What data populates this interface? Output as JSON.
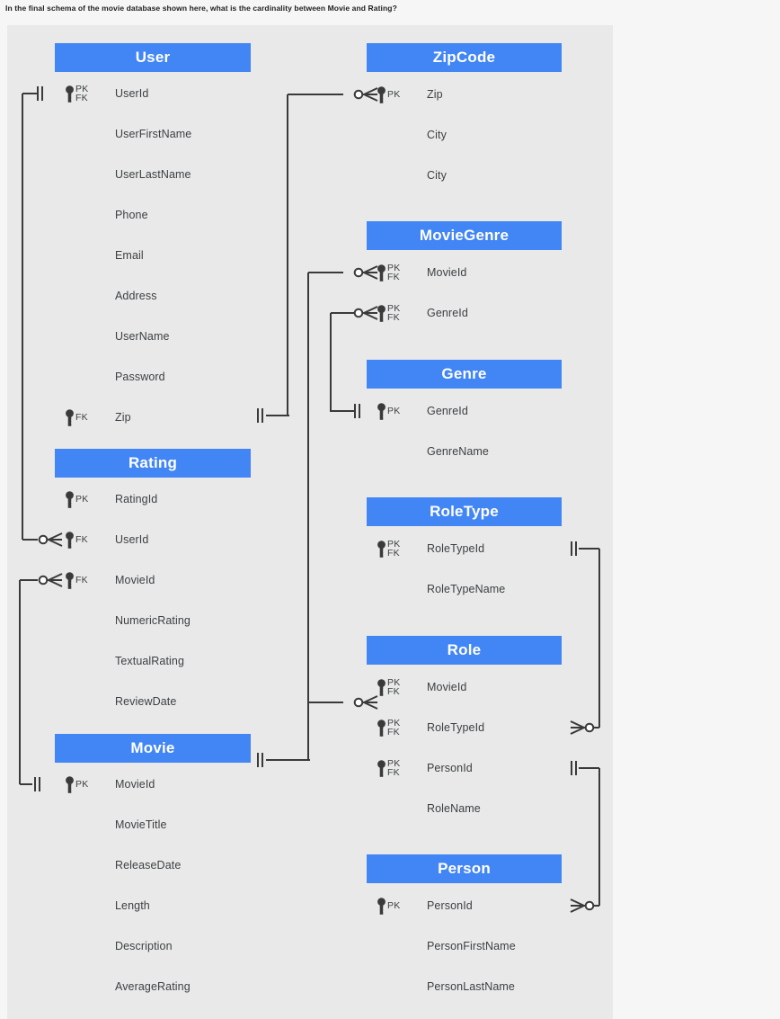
{
  "prompt": {
    "text": "In the final schema of the movie database shown here, what is the cardinality between Movie and Rating?"
  },
  "colors": {
    "header_blue": "#4285f4",
    "panel_background": "#e9e9e9",
    "page_background": "#f6f6f6",
    "text": "#3c4043",
    "line": "#3a3a3a"
  },
  "diagram": {
    "type": "entity-relationship-diagram",
    "notation": "crow's-foot",
    "entities": [
      {
        "name": "User",
        "fields": [
          {
            "name": "UserId",
            "keys": [
              "PK",
              "FK"
            ]
          },
          {
            "name": "UserFirstName",
            "keys": []
          },
          {
            "name": "UserLastName",
            "keys": []
          },
          {
            "name": "Phone",
            "keys": []
          },
          {
            "name": "Email",
            "keys": []
          },
          {
            "name": "Address",
            "keys": []
          },
          {
            "name": "UserName",
            "keys": []
          },
          {
            "name": "Password",
            "keys": []
          },
          {
            "name": "Zip",
            "keys": [
              "FK"
            ]
          }
        ]
      },
      {
        "name": "Rating",
        "fields": [
          {
            "name": "RatingId",
            "keys": [
              "PK"
            ]
          },
          {
            "name": "UserId",
            "keys": [
              "FK"
            ]
          },
          {
            "name": "MovieId",
            "keys": [
              "FK"
            ]
          },
          {
            "name": "NumericRating",
            "keys": []
          },
          {
            "name": "TextualRating",
            "keys": []
          },
          {
            "name": "ReviewDate",
            "keys": []
          }
        ]
      },
      {
        "name": "Movie",
        "fields": [
          {
            "name": "MovieId",
            "keys": [
              "PK"
            ]
          },
          {
            "name": "MovieTitle",
            "keys": []
          },
          {
            "name": "ReleaseDate",
            "keys": []
          },
          {
            "name": "Length",
            "keys": []
          },
          {
            "name": "Description",
            "keys": []
          },
          {
            "name": "AverageRating",
            "keys": []
          }
        ]
      },
      {
        "name": "ZipCode",
        "fields": [
          {
            "name": "Zip",
            "keys": [
              "PK"
            ]
          },
          {
            "name": "City",
            "keys": []
          },
          {
            "name": "City",
            "keys": []
          }
        ]
      },
      {
        "name": "MovieGenre",
        "fields": [
          {
            "name": "MovieId",
            "keys": [
              "PK",
              "FK"
            ]
          },
          {
            "name": "GenreId",
            "keys": [
              "PK",
              "FK"
            ]
          }
        ]
      },
      {
        "name": "Genre",
        "fields": [
          {
            "name": "GenreId",
            "keys": [
              "PK"
            ]
          },
          {
            "name": "GenreName",
            "keys": []
          }
        ]
      },
      {
        "name": "RoleType",
        "fields": [
          {
            "name": "RoleTypeId",
            "keys": [
              "PK",
              "FK"
            ]
          },
          {
            "name": "RoleTypeName",
            "keys": []
          }
        ]
      },
      {
        "name": "Role",
        "fields": [
          {
            "name": "MovieId",
            "keys": [
              "PK",
              "FK"
            ]
          },
          {
            "name": "RoleTypeId",
            "keys": [
              "PK",
              "FK"
            ]
          },
          {
            "name": "PersonId",
            "keys": [
              "PK",
              "FK"
            ]
          },
          {
            "name": "RoleName",
            "keys": []
          }
        ]
      },
      {
        "name": "Person",
        "fields": [
          {
            "name": "PersonId",
            "keys": [
              "PK"
            ]
          },
          {
            "name": "PersonFirstName",
            "keys": []
          },
          {
            "name": "PersonLastName",
            "keys": []
          }
        ]
      }
    ],
    "relationships": [
      {
        "from": "User.UserId",
        "to": "Rating.UserId",
        "from_cardinality": "one-and-only-one",
        "to_cardinality": "zero-or-many"
      },
      {
        "from": "Movie.MovieId",
        "to": "Rating.MovieId",
        "from_cardinality": "one-and-only-one",
        "to_cardinality": "zero-or-many"
      },
      {
        "from": "User.Zip",
        "to": "ZipCode.Zip",
        "from_cardinality": "one-and-only-one",
        "to_cardinality": "zero-or-many"
      },
      {
        "from": "Movie",
        "to": "MovieGenre.MovieId",
        "from_cardinality": "one-and-only-one",
        "to_cardinality": "zero-or-many"
      },
      {
        "from": "Genre.GenreId",
        "to": "MovieGenre.GenreId",
        "from_cardinality": "one-and-only-one",
        "to_cardinality": "zero-or-many"
      },
      {
        "from": "Movie",
        "to": "Role.RoleTypeId",
        "from_cardinality": "one-and-only-one",
        "to_cardinality": "zero-or-many"
      },
      {
        "from": "RoleType.RoleTypeId",
        "to": "Role.RoleTypeId",
        "from_cardinality": "one-and-only-one",
        "to_cardinality": "zero-or-many"
      },
      {
        "from": "Role.PersonId",
        "to": "Person.PersonId",
        "from_cardinality": "one-and-only-one",
        "to_cardinality": "zero-or-many"
      }
    ]
  },
  "labels": {
    "pk": "PK",
    "fk": "FK"
  }
}
